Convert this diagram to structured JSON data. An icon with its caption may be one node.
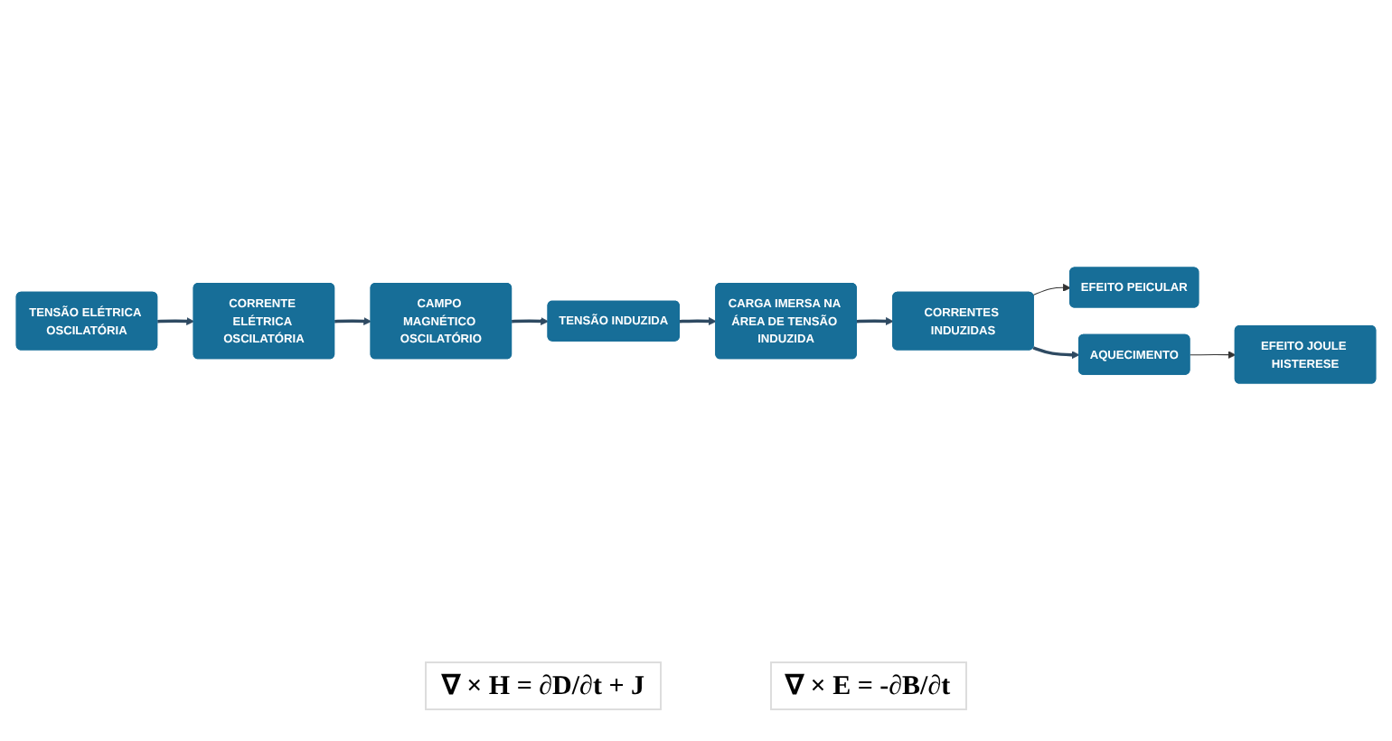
{
  "diagram": {
    "nodes": [
      {
        "text": [
          "TENSÃO ELÉTRICA OSCILATÓRIA"
        ]
      },
      {
        "text": [
          "CORRENTE ELÉTRICA OSCILATÓRIA"
        ]
      },
      {
        "text": [
          "CAMPO MAGNÉTICO OSCILATÓRIO"
        ]
      },
      {
        "text": [
          "TENSÃO INDUZIDA"
        ]
      },
      {
        "text": [
          "CARGA IMERSA NA ÁREA DE TENSÃO INDUZIDA"
        ]
      },
      {
        "text": [
          "CORRENTES INDUZIDAS"
        ]
      },
      {
        "text": [
          "EFEITO PEICULAR"
        ]
      },
      {
        "text": [
          "AQUECIMENTO"
        ]
      },
      {
        "text": [
          "EFEITO JOULE HISTERESE"
        ]
      }
    ],
    "edges": [
      {
        "from": 0,
        "to": 1,
        "arrow": "to"
      },
      {
        "from": 1,
        "to": 2,
        "arrow": "to"
      },
      {
        "from": 2,
        "to": 3,
        "arrow": "to"
      },
      {
        "from": 3,
        "to": 4,
        "arrow": "to"
      },
      {
        "from": 4,
        "to": 5,
        "arrow": "to"
      },
      {
        "from": 5,
        "to": 6,
        "arrow": "to",
        "color": "#333333"
      },
      {
        "from": 5,
        "to": 7,
        "arrow": "to"
      },
      {
        "from": 7,
        "to": 8,
        "arrow": "to",
        "color": "#333333"
      }
    ],
    "labels": [
      "∇ × H = ∂D/∂t + J",
      "∇ × E = -∂B/∂t"
    ]
  }
}
